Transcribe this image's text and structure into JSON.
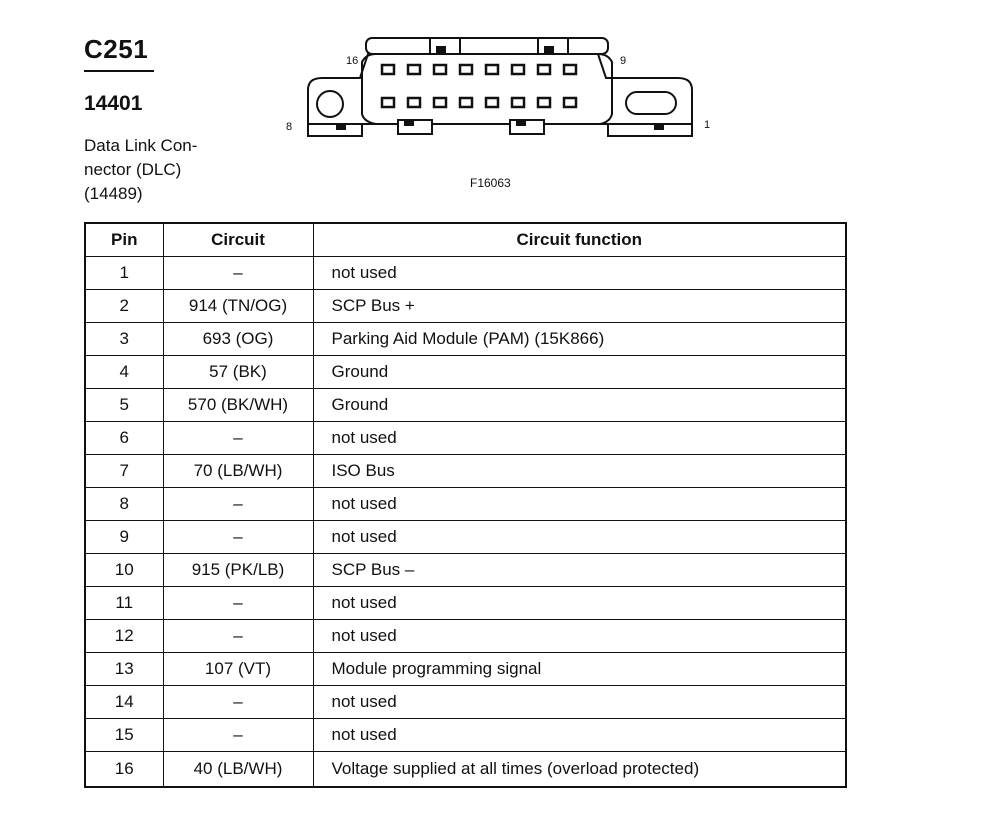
{
  "header": {
    "connector_id": "C251",
    "part_number": "14401",
    "description_lines": [
      "Data Link Con-",
      "nector (DLC)",
      "(14489)"
    ]
  },
  "figure": {
    "pin_labels": {
      "top_left": "16",
      "top_right": "9",
      "bottom_left": "8",
      "bottom_right": "1"
    },
    "figure_id": "F16063"
  },
  "table": {
    "headers": {
      "pin": "Pin",
      "circuit": "Circuit",
      "function": "Circuit function"
    },
    "rows": [
      {
        "pin": "1",
        "circuit": "–",
        "function": "not used"
      },
      {
        "pin": "2",
        "circuit": "914 (TN/OG)",
        "function": "SCP Bus +"
      },
      {
        "pin": "3",
        "circuit": "693 (OG)",
        "function": "Parking Aid Module (PAM) (15K866)"
      },
      {
        "pin": "4",
        "circuit": "57 (BK)",
        "function": "Ground"
      },
      {
        "pin": "5",
        "circuit": "570 (BK/WH)",
        "function": "Ground"
      },
      {
        "pin": "6",
        "circuit": "–",
        "function": "not used"
      },
      {
        "pin": "7",
        "circuit": "70 (LB/WH)",
        "function": "ISO Bus"
      },
      {
        "pin": "8",
        "circuit": "–",
        "function": "not used"
      },
      {
        "pin": "9",
        "circuit": "–",
        "function": "not used"
      },
      {
        "pin": "10",
        "circuit": "915 (PK/LB)",
        "function": "SCP Bus –"
      },
      {
        "pin": "11",
        "circuit": "–",
        "function": "not used"
      },
      {
        "pin": "12",
        "circuit": "–",
        "function": "not used"
      },
      {
        "pin": "13",
        "circuit": "107 (VT)",
        "function": "Module programming signal"
      },
      {
        "pin": "14",
        "circuit": "–",
        "function": "not used"
      },
      {
        "pin": "15",
        "circuit": "–",
        "function": "not used"
      },
      {
        "pin": "16",
        "circuit": "40 (LB/WH)",
        "function": "Voltage supplied at all times (overload protected)"
      }
    ]
  }
}
